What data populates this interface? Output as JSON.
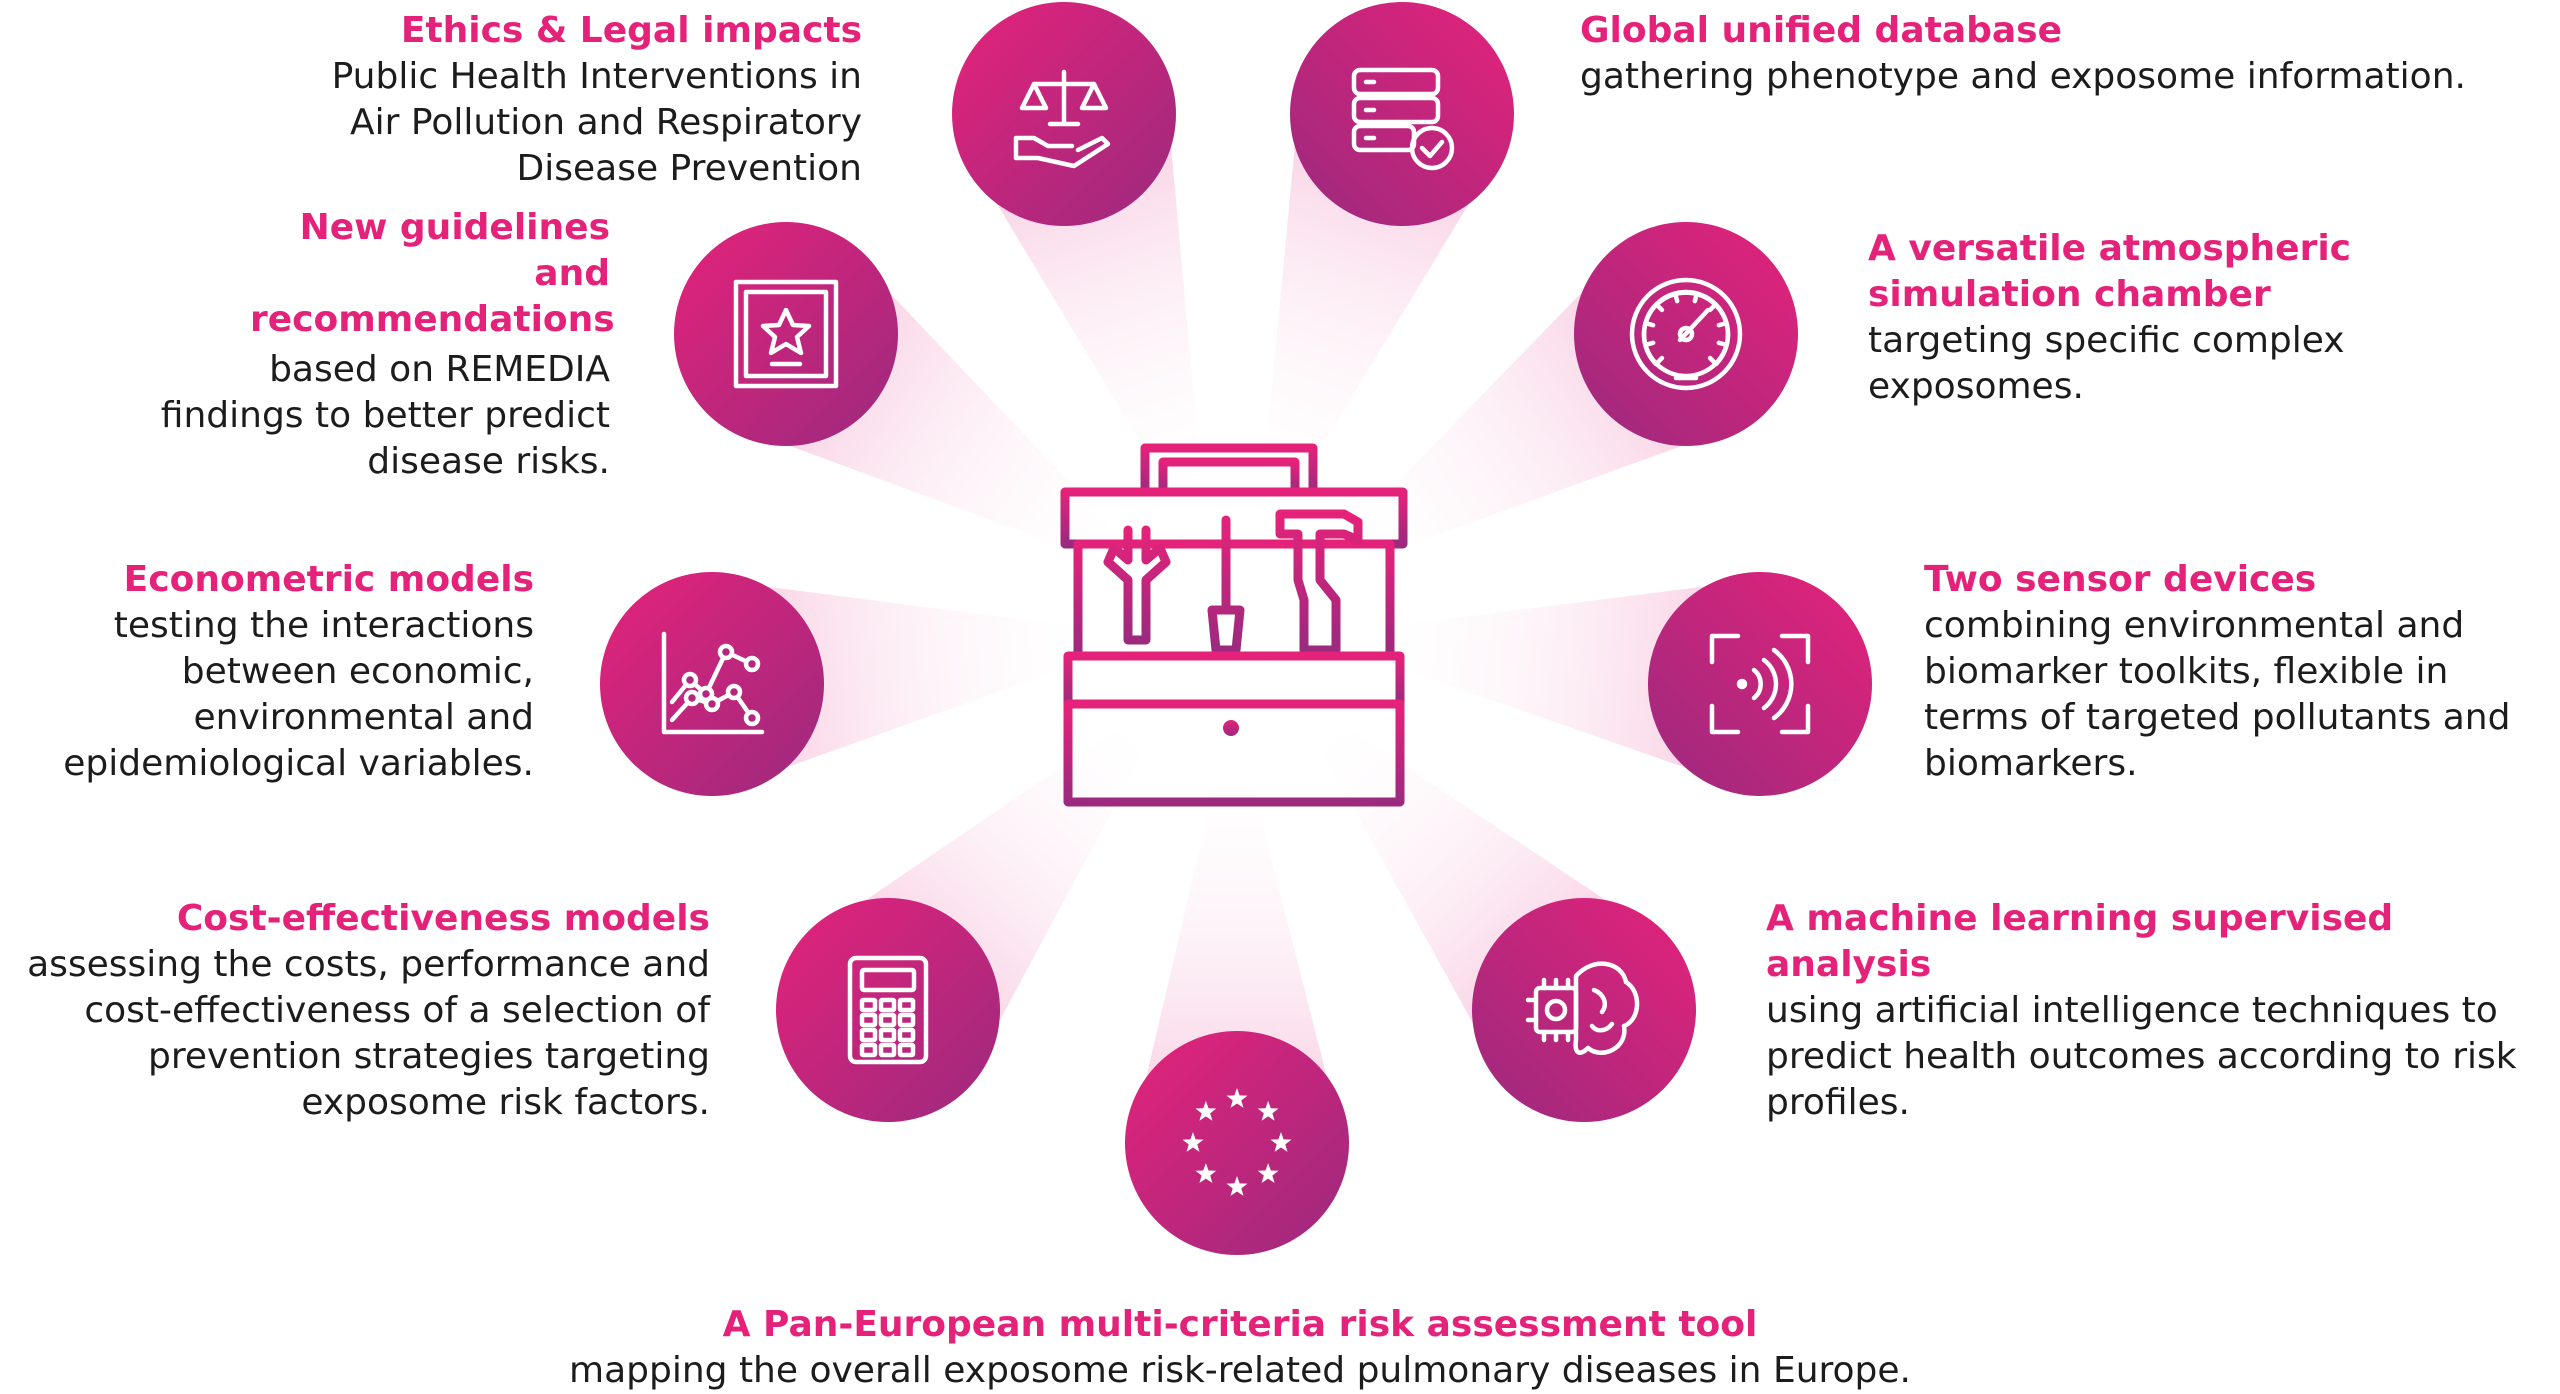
{
  "colors": {
    "accent": "#e5227a",
    "deep": "#9b2a7e",
    "text": "#1c1c1c"
  },
  "center": {
    "icon": "toolbox-icon"
  },
  "nodes": [
    {
      "id": "ethics",
      "icon": "scales-hand-icon",
      "title": "Ethics & Legal impacts",
      "desc": "Public Health Interventions in Air Pollution and Respiratory Disease Prevention"
    },
    {
      "id": "database",
      "icon": "server-check-icon",
      "title": "Global unified database",
      "desc": "gathering phenotype and exposome information."
    },
    {
      "id": "guidelines",
      "icon": "certificate-star-icon",
      "title": "New guidelines and recommendations",
      "desc": "based on REMEDIA findings to better predict disease risks."
    },
    {
      "id": "chamber",
      "icon": "gauge-icon",
      "title": "A versatile atmospheric simulation chamber",
      "desc": "targeting specific complex exposomes."
    },
    {
      "id": "econometric",
      "icon": "line-chart-icon",
      "title": "Econometric models",
      "desc": "testing the interactions between economic, environmental and epidemiological variables."
    },
    {
      "id": "sensor",
      "icon": "sensor-scan-icon",
      "title": "Two sensor devices",
      "desc": "combining environmental and biomarker toolkits, flexible in terms of targeted pollutants and biomarkers."
    },
    {
      "id": "cost",
      "icon": "calculator-icon",
      "title": "Cost-effectiveness models",
      "desc": "assessing the costs, performance and cost-effectiveness of a selection of prevention strategies targeting exposome risk factors."
    },
    {
      "id": "ml",
      "icon": "chip-brain-icon",
      "title": "A machine learning supervised analysis",
      "desc": "using artificial intelligence techniques to predict health outcomes according to risk profiles."
    },
    {
      "id": "paneuro",
      "icon": "eu-stars-icon",
      "title": "A Pan-European multi-criteria risk assessment tool",
      "desc": "mapping the overall exposome risk-related pulmonary diseases in Europe."
    }
  ]
}
